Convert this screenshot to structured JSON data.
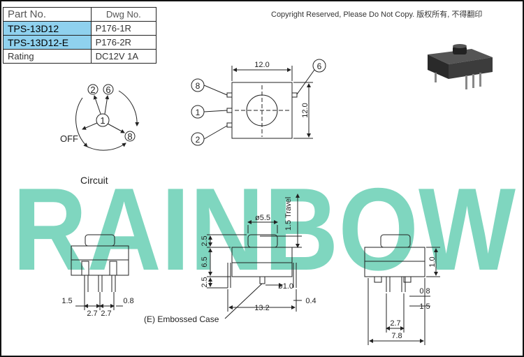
{
  "table": {
    "header_part": "Part No.",
    "header_dwg": "Dwg No.",
    "rows": [
      {
        "part": "TPS-13D12",
        "dwg": "P176-1R"
      },
      {
        "part": "TPS-13D12-E",
        "dwg": "P176-2R"
      },
      {
        "part": "Rating",
        "dwg": "DC12V  1A"
      }
    ]
  },
  "copyright": "Copyright Reserved, Please Do Not Copy. 版权所有, 不得翻印",
  "watermark": "RAINBOW",
  "circuit": {
    "label": "Circuit",
    "off_label": "OFF",
    "pins": [
      "1",
      "2",
      "6",
      "8"
    ]
  },
  "top_view": {
    "width_dim": "12.0",
    "height_dim": "12.0",
    "pin_labels": [
      "8",
      "1",
      "2",
      "6"
    ]
  },
  "front_view": {
    "travel": "1.5 Travel",
    "cap_dia": "ø5.5",
    "dim_top": "2.5",
    "dim_mid": "6.5",
    "dim_bottom": "2.5",
    "pin_dia": "ø1.0",
    "width": "13.2",
    "pin_thk": "0.4",
    "embossed_label": "(E)  Embossed Case"
  },
  "left_view": {
    "dim_left": "1.5",
    "dim_right": "0.8",
    "pitch1": "2.7",
    "pitch2": "2.7"
  },
  "right_view": {
    "dim_1": "1.0",
    "dim_2": "0.8",
    "dim_3": "1.5",
    "dim_4": "2.7",
    "dim_5": "7.8"
  },
  "colors": {
    "watermark": "#7fd6bf",
    "part_cell": "#8fd1ee",
    "line": "#222222"
  }
}
